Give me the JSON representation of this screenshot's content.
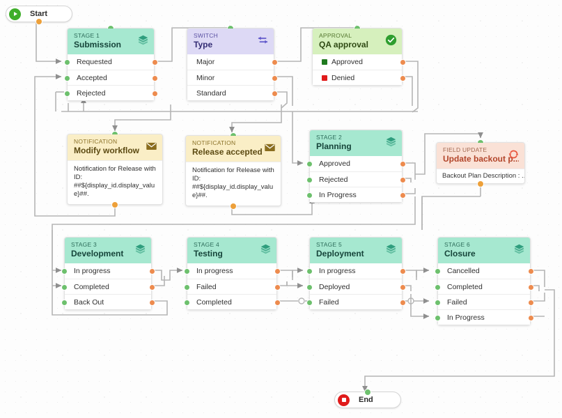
{
  "canvas": {
    "grid": "dotted",
    "bg": "#fdfdfd"
  },
  "palette": {
    "stage": "#a6e8d0",
    "switch": "#ddd9f5",
    "approval": "#d6f0bd",
    "notification": "#faeec6",
    "field_update": "#fae1d6",
    "port_in": "#6dc06d",
    "port_out": "#ed8b4e",
    "edge": "#b5b5b5"
  },
  "terminals": {
    "start": {
      "label": "Start",
      "icon": "play-icon",
      "icon_color": "#3fae2a"
    },
    "end": {
      "label": "End",
      "icon": "stop-icon",
      "icon_color": "#e01b1b"
    }
  },
  "nodes": [
    {
      "id": "stage1",
      "kind": "STAGE 1",
      "title": "Submission",
      "type": "stage",
      "icon": "layers-icon",
      "rows": [
        "Requested",
        "Accepted",
        "Rejected"
      ]
    },
    {
      "id": "switch_type",
      "kind": "SWITCH",
      "title": "Type",
      "type": "switch",
      "icon": "switch-arrows-icon",
      "rows": [
        "Major",
        "Minor",
        "Standard"
      ]
    },
    {
      "id": "approval_qa",
      "kind": "APPROVAL",
      "title": "QA approval",
      "type": "approval",
      "icon": "check-circle-icon",
      "rows": [
        {
          "label": "Approved",
          "swatch": "#1f7a1f"
        },
        {
          "label": "Denied",
          "swatch": "#e01b1b"
        }
      ]
    },
    {
      "id": "notify_modify",
      "kind": "NOTIFICATION",
      "title": "Modify workflow",
      "type": "notification",
      "icon": "envelope-icon",
      "message": "Notification for Release with ID: ##${display_id.display_value}##."
    },
    {
      "id": "notify_release",
      "kind": "NOTIFICATION",
      "title": "Release accepted",
      "type": "notification",
      "icon": "envelope-icon",
      "message": "Notification for Release with ID: ##${display_id.display_value}##."
    },
    {
      "id": "stage2",
      "kind": "STAGE 2",
      "title": "Planning",
      "type": "stage",
      "icon": "layers-icon",
      "rows": [
        "Approved",
        "Rejected",
        "In Progress"
      ]
    },
    {
      "id": "field_update",
      "kind": "FIELD UPDATE",
      "title": "Update backout p...",
      "type": "field_update",
      "icon": "refresh-icon",
      "field_row": "Backout Plan Description : ..."
    },
    {
      "id": "stage3",
      "kind": "STAGE 3",
      "title": "Development",
      "type": "stage",
      "icon": "layers-icon",
      "rows": [
        "In progress",
        "Completed",
        "Back Out"
      ]
    },
    {
      "id": "stage4",
      "kind": "STAGE 4",
      "title": "Testing",
      "type": "stage",
      "icon": "layers-icon",
      "rows": [
        "In progress",
        "Failed",
        "Completed"
      ]
    },
    {
      "id": "stage5",
      "kind": "STAGE 5",
      "title": "Deployment",
      "type": "stage",
      "icon": "layers-icon",
      "rows": [
        "In progress",
        "Deployed",
        "Failed"
      ]
    },
    {
      "id": "stage6",
      "kind": "STAGE 6",
      "title": "Closure",
      "type": "stage",
      "icon": "layers-icon",
      "rows": [
        "Cancelled",
        "Completed",
        "Failed",
        "In Progress"
      ]
    }
  ]
}
